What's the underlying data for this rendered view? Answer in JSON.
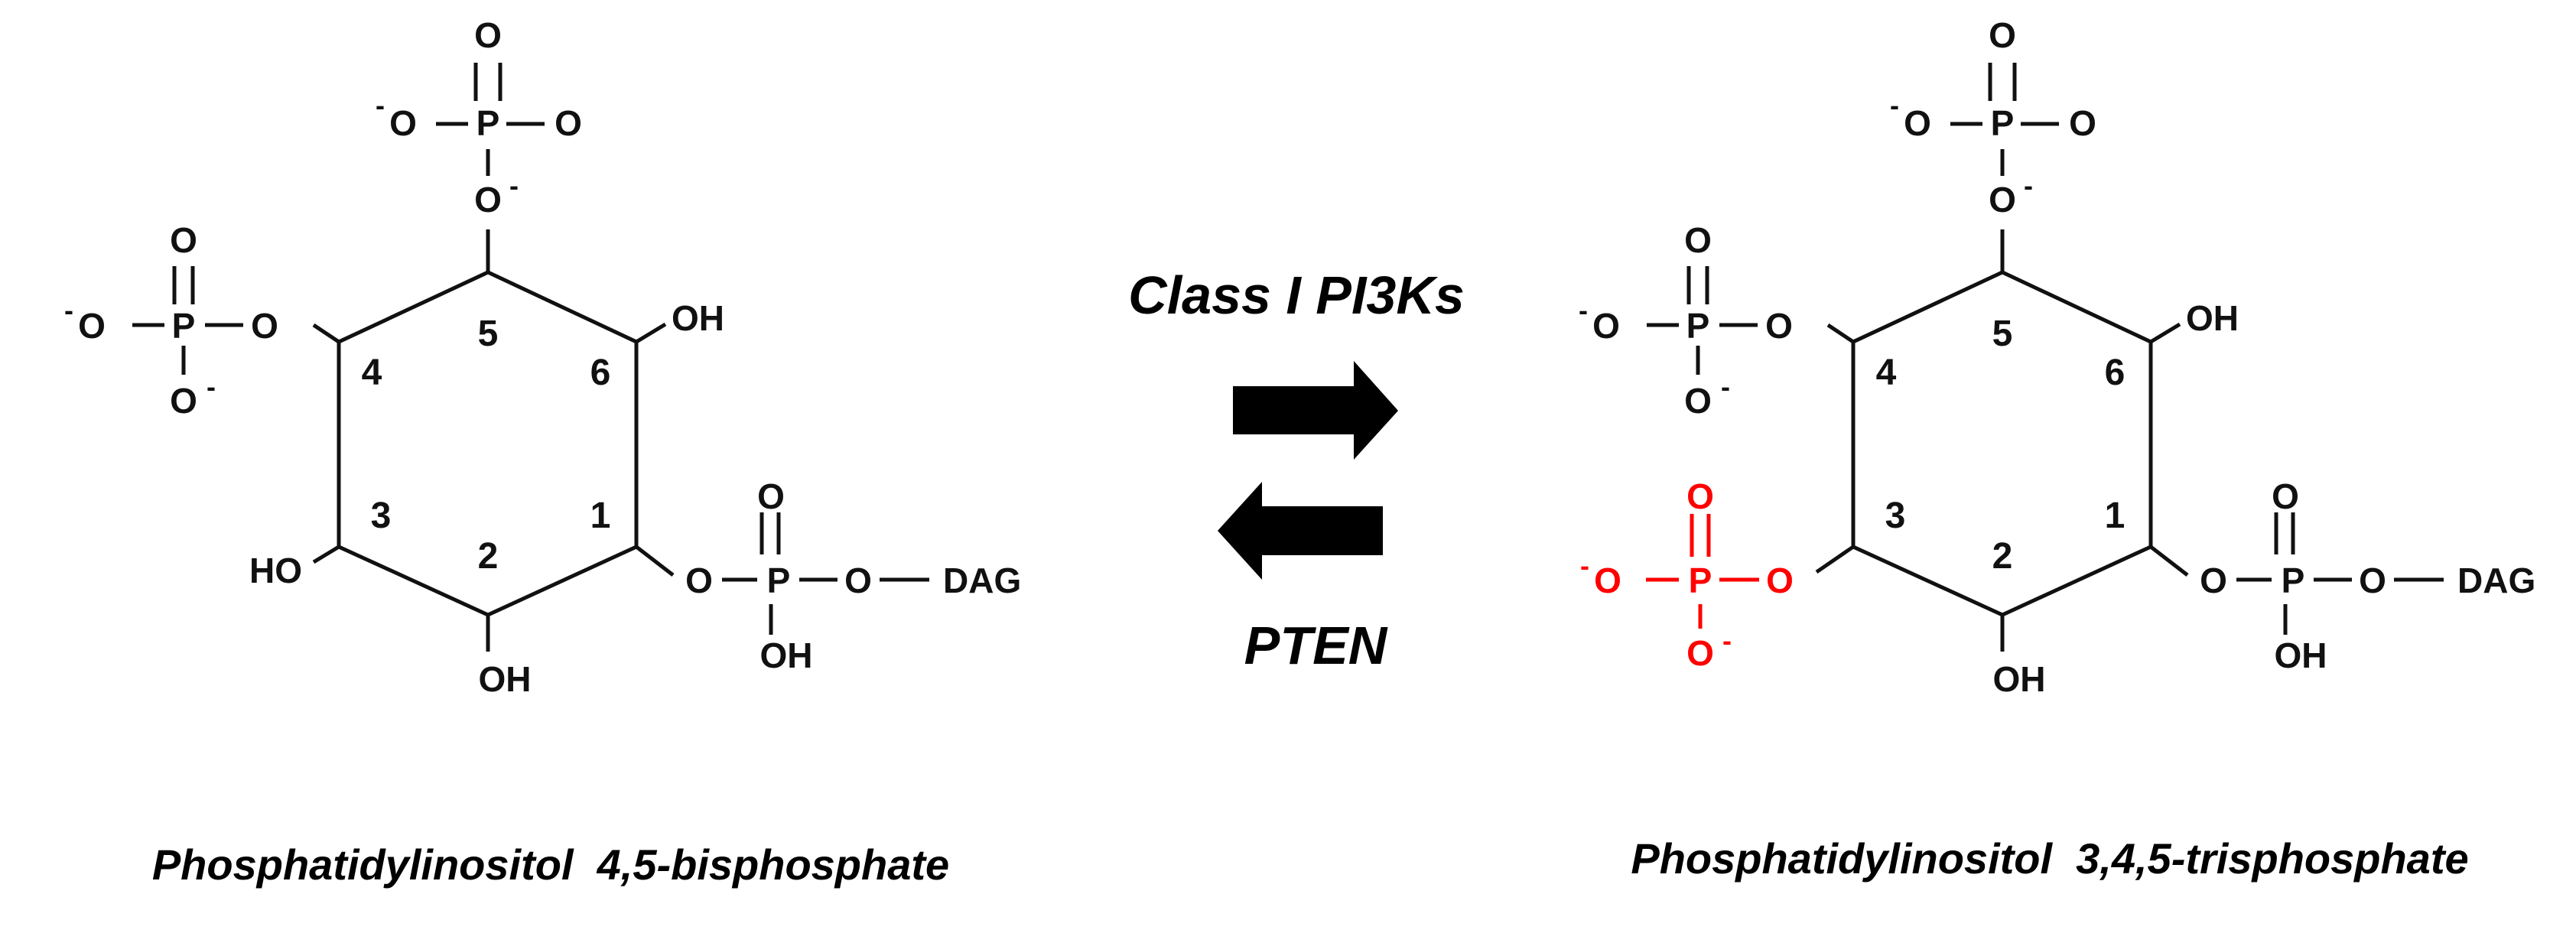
{
  "colors": {
    "ink": "#111111",
    "highlight": "#ff0000",
    "background": "#ffffff"
  },
  "reaction": {
    "forward_enzyme": "Class I PI3Ks",
    "reverse_enzyme": "PTEN"
  },
  "left_molecule": {
    "name": "Phosphatidylinositol  4,5-bisphosphate",
    "ring_numbers": [
      "1",
      "2",
      "3",
      "4",
      "5",
      "6"
    ]
  },
  "right_molecule": {
    "name": "Phosphatidylinositol  3,4,5-trisphosphate",
    "ring_numbers": [
      "1",
      "2",
      "3",
      "4",
      "5",
      "6"
    ]
  },
  "atoms": {
    "O": "O",
    "P": "P",
    "minus": "-",
    "OH": "OH",
    "HO": "HO",
    "DAG": "DAG"
  }
}
